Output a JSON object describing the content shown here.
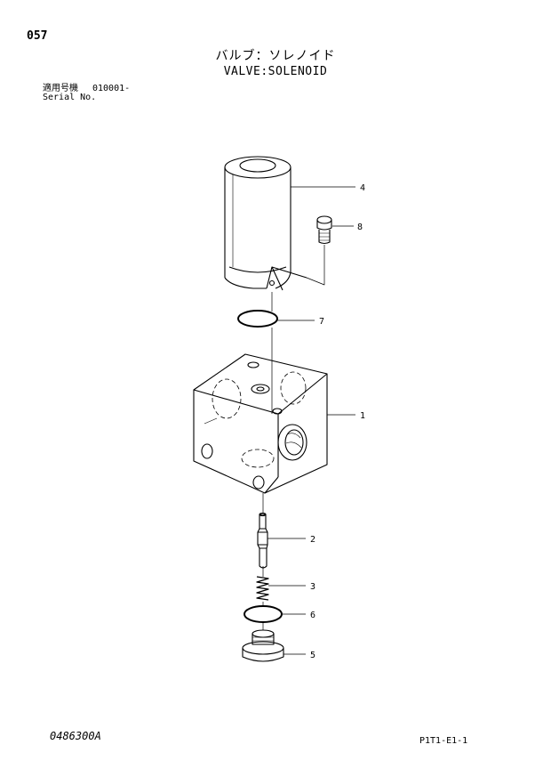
{
  "header": {
    "page_number": "057",
    "title_jp": "バルブ：ソレノイド",
    "title_en": "VALVE:SOLENOID",
    "serial_jp": "適用号機",
    "serial_value": "010001-",
    "serial_en": "Serial No."
  },
  "callouts": [
    "4",
    "8",
    "7",
    "1",
    "2",
    "3",
    "6",
    "5"
  ],
  "footer": {
    "doc_number": "0486300A",
    "page_code": "P1T1-E1-1"
  }
}
